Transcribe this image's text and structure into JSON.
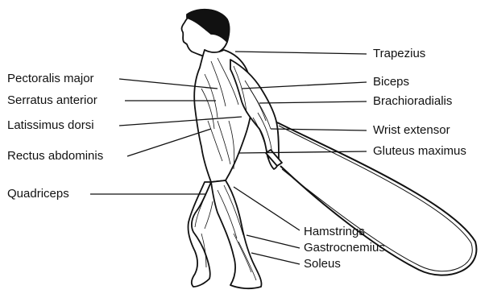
{
  "diagram": {
    "left_labels": {
      "pectoralis_major": "Pectoralis major",
      "serratus_anterior": "Serratus anterior",
      "latissimus_dorsi": "Latissimus dorsi",
      "rectus_abdominis": "Rectus abdominis",
      "quadriceps": "Quadriceps"
    },
    "right_labels": {
      "trapezius": "Trapezius",
      "biceps": "Biceps",
      "brachioradialis": "Brachioradialis",
      "wrist_extensor": "Wrist extensor",
      "gluteus_maximus": "Gluteus maximus"
    },
    "lower_labels": {
      "hamstrings": "Hamstrings",
      "gastrocnemius": "Gastrocnemius",
      "soleus": "Soleus"
    },
    "colors": {
      "line": "#111111",
      "background": "#ffffff",
      "skin": "#ffffff"
    }
  }
}
